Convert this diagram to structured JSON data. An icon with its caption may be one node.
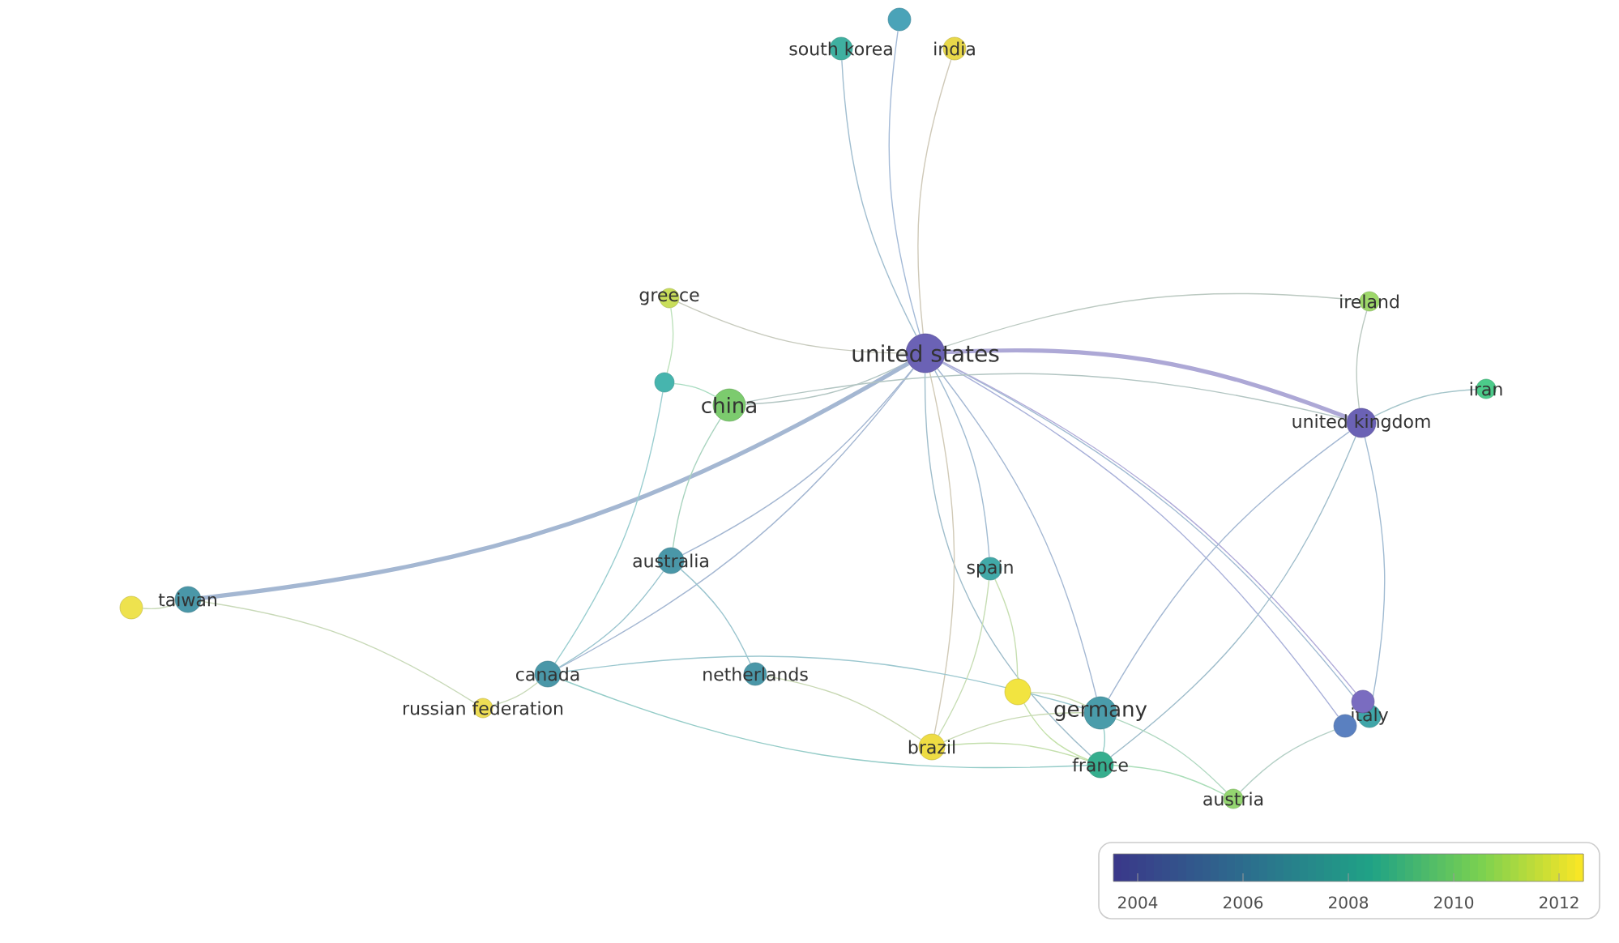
{
  "diagram": {
    "nodes": [
      {
        "text": [
          "united states"
        ]
      },
      {
        "text": [
          "south korea"
        ]
      },
      {
        "text": [],
        "shape": "circle"
      },
      {
        "text": [
          "india"
        ]
      },
      {
        "text": [
          "greece"
        ]
      },
      {
        "text": [],
        "shape": "circle"
      },
      {
        "text": [
          "china"
        ]
      },
      {
        "text": [
          "ireland"
        ]
      },
      {
        "text": [
          "iran"
        ]
      },
      {
        "text": [
          "united kingdom"
        ]
      },
      {
        "text": [
          "australia"
        ]
      },
      {
        "text": [],
        "shape": "circle"
      },
      {
        "text": [
          "taiwan"
        ]
      },
      {
        "text": [
          "spain"
        ]
      },
      {
        "text": [
          "canada"
        ]
      },
      {
        "text": [
          "netherlands"
        ]
      },
      {
        "text": [
          "russian federation"
        ]
      },
      {
        "text": [],
        "shape": "circle"
      },
      {
        "text": [
          "germany"
        ]
      },
      {
        "text": [
          "italy"
        ]
      },
      {
        "text": [],
        "shape": "circle"
      },
      {
        "text": [],
        "shape": "circle"
      },
      {
        "text": [
          "brazil"
        ]
      },
      {
        "text": [
          "france"
        ]
      },
      {
        "text": [
          "austria"
        ]
      }
    ],
    "edges": [
      {
        "from": 0,
        "to": 1,
        "arrow": "none"
      },
      {
        "from": 0,
        "to": 2,
        "arrow": "none"
      },
      {
        "from": 0,
        "to": 3,
        "arrow": "none"
      },
      {
        "from": 0,
        "to": 4,
        "arrow": "none"
      },
      {
        "from": 0,
        "to": 6,
        "arrow": "none"
      },
      {
        "from": 0,
        "to": 7,
        "arrow": "none"
      },
      {
        "from": 0,
        "to": 9,
        "arrow": "none",
        "style": "thick"
      },
      {
        "from": 0,
        "to": 10,
        "arrow": "none"
      },
      {
        "from": 0,
        "to": 12,
        "arrow": "none",
        "style": "thick"
      },
      {
        "from": 0,
        "to": 14,
        "arrow": "none"
      },
      {
        "from": 0,
        "to": 13,
        "arrow": "none"
      },
      {
        "from": 0,
        "to": 18,
        "arrow": "none"
      },
      {
        "from": 0,
        "to": 23,
        "arrow": "none"
      },
      {
        "from": 0,
        "to": 19,
        "arrow": "none"
      },
      {
        "from": 0,
        "to": 20,
        "arrow": "none"
      },
      {
        "from": 0,
        "to": 21,
        "arrow": "none"
      },
      {
        "from": 0,
        "to": 22,
        "arrow": "none"
      },
      {
        "from": 4,
        "to": 5,
        "arrow": "none"
      },
      {
        "from": 5,
        "to": 6,
        "arrow": "none"
      },
      {
        "from": 5,
        "to": 14,
        "arrow": "none"
      },
      {
        "from": 10,
        "to": 14,
        "arrow": "none"
      },
      {
        "from": 10,
        "to": 15,
        "arrow": "none"
      },
      {
        "from": 10,
        "to": 6,
        "arrow": "none"
      },
      {
        "from": 6,
        "to": 9,
        "arrow": "none"
      },
      {
        "from": 14,
        "to": 16,
        "arrow": "none"
      },
      {
        "from": 12,
        "to": 16,
        "arrow": "none"
      },
      {
        "from": 12,
        "to": 11,
        "arrow": "none"
      },
      {
        "from": 14,
        "to": 18,
        "arrow": "none"
      },
      {
        "from": 14,
        "to": 23,
        "arrow": "none"
      },
      {
        "from": 15,
        "to": 22,
        "arrow": "none"
      },
      {
        "from": 13,
        "to": 22,
        "arrow": "none"
      },
      {
        "from": 13,
        "to": 17,
        "arrow": "none"
      },
      {
        "from": 17,
        "to": 18,
        "arrow": "none"
      },
      {
        "from": 17,
        "to": 23,
        "arrow": "none"
      },
      {
        "from": 22,
        "to": 18,
        "arrow": "none"
      },
      {
        "from": 22,
        "to": 23,
        "arrow": "none"
      },
      {
        "from": 18,
        "to": 23,
        "arrow": "none"
      },
      {
        "from": 18,
        "to": 9,
        "arrow": "none"
      },
      {
        "from": 23,
        "to": 9,
        "arrow": "none"
      },
      {
        "from": 9,
        "to": 7,
        "arrow": "none"
      },
      {
        "from": 9,
        "to": 8,
        "arrow": "none"
      },
      {
        "from": 9,
        "to": 19,
        "arrow": "none"
      },
      {
        "from": 23,
        "to": 24,
        "arrow": "none"
      },
      {
        "from": 18,
        "to": 24,
        "arrow": "none"
      },
      {
        "from": 24,
        "to": 21,
        "arrow": "none"
      }
    ],
    "labels": [
      "2004",
      "2006",
      "2008",
      "2010",
      "2012"
    ]
  }
}
